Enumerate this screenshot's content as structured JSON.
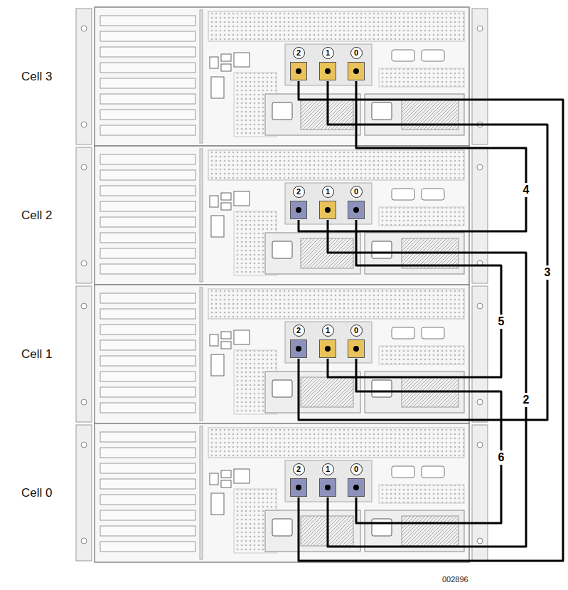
{
  "diagram": {
    "nodes": [
      {
        "text": [
          "Cell 3"
        ]
      },
      {
        "text": [
          "2"
        ],
        "in": 0
      },
      {
        "text": [
          "1"
        ],
        "in": 0
      },
      {
        "text": [
          "0"
        ],
        "in": 0
      },
      {
        "text": [
          "Cell 2"
        ]
      },
      {
        "text": [
          "2"
        ],
        "in": 4
      },
      {
        "text": [
          "1"
        ],
        "in": 4
      },
      {
        "text": [
          "0"
        ],
        "in": 4
      },
      {
        "text": [
          "Cell 1"
        ]
      },
      {
        "text": [
          "2"
        ],
        "in": 8
      },
      {
        "text": [
          "1"
        ],
        "in": 8
      },
      {
        "text": [
          "0"
        ],
        "in": 8
      },
      {
        "text": [
          "Cell 0"
        ]
      },
      {
        "text": [
          "2"
        ],
        "in": 12
      },
      {
        "text": [
          "1"
        ],
        "in": 12
      },
      {
        "text": [
          "0"
        ],
        "in": 12
      }
    ],
    "edges": [
      {
        "from": 1,
        "to": 13,
        "arrow": "none"
      },
      {
        "from": 2,
        "to": 9,
        "arrow": "none",
        "label": "3"
      },
      {
        "from": 3,
        "to": 5,
        "arrow": "none",
        "label": "4"
      },
      {
        "from": 6,
        "to": 14,
        "arrow": "none",
        "label": "2"
      },
      {
        "from": 7,
        "to": 10,
        "arrow": "none",
        "label": "5"
      },
      {
        "from": 11,
        "to": 15,
        "arrow": "none",
        "label": "6"
      }
    ],
    "labels": [
      "002896"
    ]
  }
}
